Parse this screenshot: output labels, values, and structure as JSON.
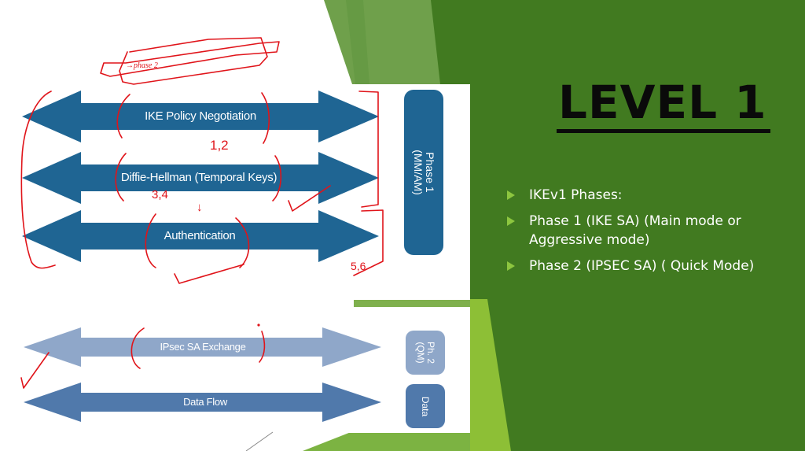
{
  "slide": {
    "title": "LEVEL 1",
    "bullets": [
      {
        "icon": "triangle-bullet-icon",
        "text": "IKEv1 Phases:"
      },
      {
        "icon": "triangle-bullet-icon",
        "text": "Phase 1 (IKE SA) (Main mode or Aggressive mode)"
      },
      {
        "icon": "triangle-bullet-icon",
        "text": "Phase 2 (IPSEC SA) ( Quick Mode)"
      }
    ]
  },
  "diagram": {
    "phase1_arrows": [
      {
        "label": "IKE Policy Negotiation"
      },
      {
        "label": "Diffie-Hellman (Temporal Keys)"
      },
      {
        "label": "Authentication"
      }
    ],
    "phase2_arrows": [
      {
        "label": "IPsec SA Exchange"
      },
      {
        "label": "Data Flow"
      }
    ],
    "side_boxes": {
      "phase1": {
        "line1": "Phase 1",
        "line2": "(MM/AM)"
      },
      "phase2": {
        "line1": "Ph. 2",
        "line2": "(QM)"
      },
      "data": {
        "line1": "Data"
      }
    }
  },
  "annotations": {
    "scribble_top": "→phase 2",
    "step_12": "1,2",
    "step_34": "3,4",
    "step_56": "5,6",
    "step_arrow": "↓"
  },
  "colors": {
    "arrow_dark": "#1f6593",
    "arrow_light": "#8fa7c9",
    "arrow_mid": "#5079ab",
    "green_dark": "#417a20",
    "green_light": "#8dbf36",
    "ink": "#e0141a"
  }
}
